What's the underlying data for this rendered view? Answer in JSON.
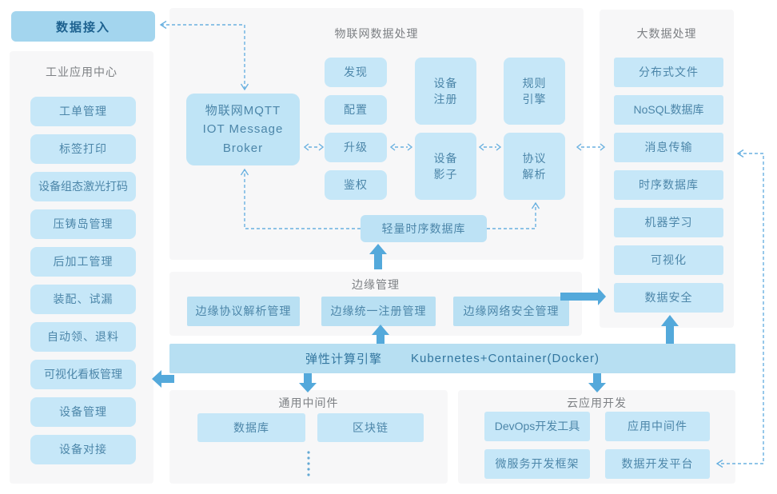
{
  "palette": {
    "panel_fill": "#f7f7f8",
    "box_fill": "#c6e7f8",
    "edge_box_fill": "#b9e0f3",
    "band_fill": "#b7dff2",
    "accent_button_fill": "#a3d5ee",
    "box_text": "#4c86a9",
    "button_text": "#1d618f",
    "header_text": "#7d8084",
    "dashed_line": "#6ab1e0",
    "solid_arrow": "#54a9db"
  },
  "data_access": {
    "label": "数据接入"
  },
  "industrial_center": {
    "title": "工业应用中心",
    "items": [
      "工单管理",
      "标签打印",
      "设备组态激光打码",
      "压铸岛管理",
      "后加工管理",
      "装配、试漏",
      "自动领、退料",
      "可视化看板管理",
      "设备管理",
      "设备对接"
    ]
  },
  "iot_processing": {
    "title": "物联网数据处理",
    "broker": "物联网MQTT\nIOT Message\nBroker",
    "pipeline": [
      "发现",
      "配置",
      "升级",
      "鉴权"
    ],
    "modules": [
      "设备\n注册",
      "规则\n引擎",
      "设备\n影子",
      "协议\n解析"
    ],
    "tsdb": "轻量时序数据库"
  },
  "big_data": {
    "title": "大数据处理",
    "items": [
      "分布式文件",
      "NoSQL数据库",
      "消息传输",
      "时序数据库",
      "机器学习",
      "可视化",
      "数据安全"
    ]
  },
  "edge": {
    "title": "边缘管理",
    "items": [
      "边缘协议解析管理",
      "边缘统一注册管理",
      "边缘网络安全管理"
    ]
  },
  "compute_band": {
    "label_cn": "弹性计算引擎",
    "label_en": "Kubernetes+Container(Docker)"
  },
  "middleware": {
    "title": "通用中间件",
    "items": [
      "数据库",
      "区块链"
    ]
  },
  "cloud_dev": {
    "title": "云应用开发",
    "items": [
      "DevOps开发工具",
      "应用中间件",
      "微服务开发框架",
      "数据开发平台"
    ]
  }
}
